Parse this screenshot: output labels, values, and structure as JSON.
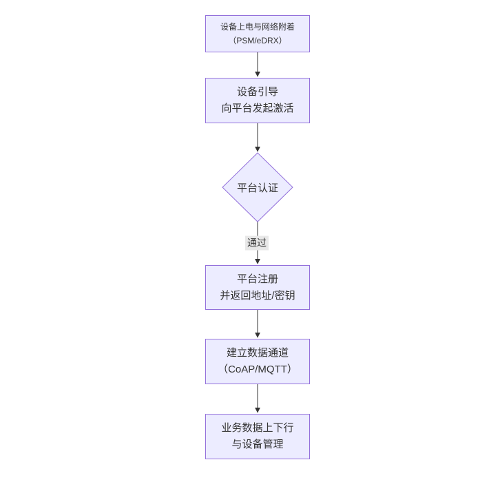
{
  "diagram": {
    "type": "flowchart",
    "direction": "top-down",
    "colors": {
      "background": "#ffffff",
      "node_fill": "#ECECFF",
      "node_border": "#9370DB",
      "edge_line": "#333333",
      "text": "#333333",
      "edge_label_bg": "#e8e8e8"
    }
  },
  "nodes": [
    {
      "id": "power-on-attach",
      "shape": "rect",
      "lines": [
        "设备上电与网络附着",
        "（PSM/eDRX）"
      ]
    },
    {
      "id": "bootstrap-activate",
      "shape": "rect",
      "lines": [
        "设备引导",
        "向平台发起激活"
      ]
    },
    {
      "id": "platform-auth",
      "shape": "diamond",
      "lines": [
        "平台认证"
      ]
    },
    {
      "id": "platform-register",
      "shape": "rect",
      "lines": [
        "平台注册",
        "并返回地址/密钥"
      ]
    },
    {
      "id": "data-channel",
      "shape": "rect",
      "lines": [
        "建立数据通道",
        "（CoAP/MQTT）"
      ]
    },
    {
      "id": "business-data",
      "shape": "rect",
      "lines": [
        "业务数据上下行",
        "与设备管理"
      ]
    }
  ],
  "edges": [
    {
      "from": "power-on-attach",
      "to": "bootstrap-activate",
      "label": ""
    },
    {
      "from": "bootstrap-activate",
      "to": "platform-auth",
      "label": ""
    },
    {
      "from": "platform-auth",
      "to": "platform-register",
      "label": "通过"
    },
    {
      "from": "platform-register",
      "to": "data-channel",
      "label": ""
    },
    {
      "from": "data-channel",
      "to": "business-data",
      "label": ""
    }
  ]
}
